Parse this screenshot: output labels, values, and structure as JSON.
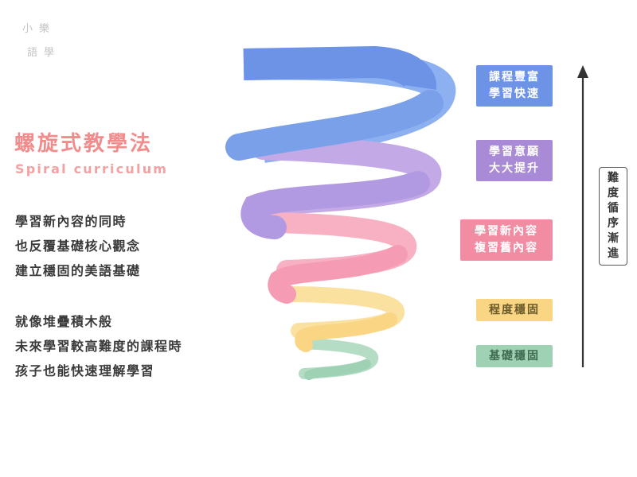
{
  "logo": {
    "line1": "小樂",
    "line2": "語學"
  },
  "title": {
    "zh": "螺旋式教學法",
    "en": "Spiral curriculum"
  },
  "paragraph1": [
    "學習新內容的同時",
    "也反覆基礎核心觀念",
    "建立穩固的美語基礎"
  ],
  "paragraph2": [
    "就像堆疊積木般",
    "未來學習較高難度的課程時",
    "孩子也能快速理解學習"
  ],
  "levels": [
    {
      "line1": "課程豐富",
      "line2": "學習快速",
      "color": "#6c93e6"
    },
    {
      "line1": "學習意願",
      "line2": "大大提升",
      "color": "#a98ad6"
    },
    {
      "line1": "學習新內容",
      "line2": "複習舊內容",
      "color": "#f28ca3"
    },
    {
      "line1": "程度穩固",
      "color": "#f9d584"
    },
    {
      "line1": "基礎穩固",
      "color": "#9fd2b4"
    }
  ],
  "axis_label": [
    "難",
    "度",
    "循",
    "序",
    "漸",
    "進"
  ]
}
